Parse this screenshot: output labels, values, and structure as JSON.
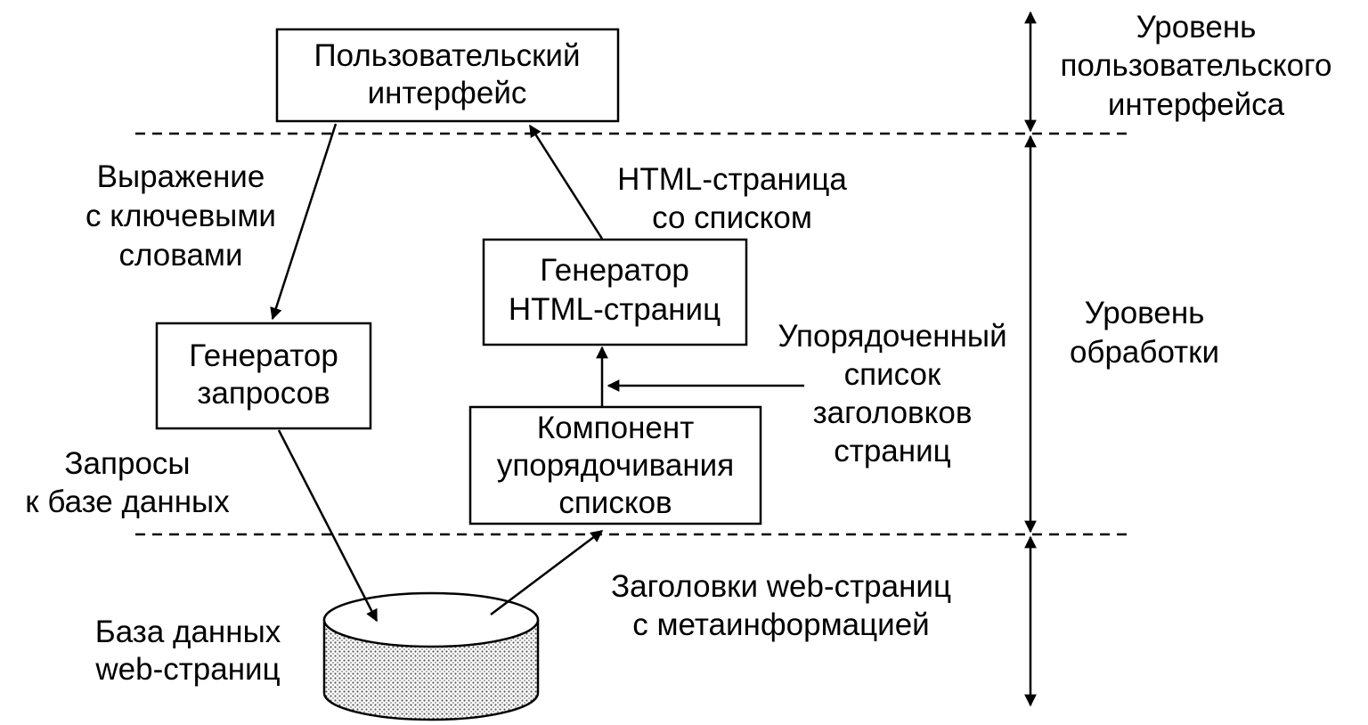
{
  "nodes": {
    "ui": {
      "line1": "Пользовательский",
      "line2": "интерфейс"
    },
    "query_gen": {
      "line1": "Генератор",
      "line2": "запросов"
    },
    "html_gen": {
      "line1": "Генератор",
      "line2": "HTML-страниц"
    },
    "ordering": {
      "line1": "Компонент",
      "line2": "упорядочивания",
      "line3": "списков"
    },
    "database": {
      "line1": "База данных",
      "line2": "web-страниц"
    }
  },
  "edges": {
    "keywords": {
      "line1": "Выражение",
      "line2": "с ключевыми",
      "line3": "словами"
    },
    "html_page": {
      "line1": "HTML-страница",
      "line2": "со списком"
    },
    "queries": {
      "line1": "Запросы",
      "line2": "к базе данных"
    },
    "ordered_list": {
      "line1": "Упорядоченный",
      "line2": "список",
      "line3": "заголовков",
      "line4": "страниц"
    },
    "headers": {
      "line1": "Заголовки web-страниц",
      "line2": "с метаинформацией"
    }
  },
  "levels": {
    "ui_level": {
      "line1": "Уровень",
      "line2": "пользовательского",
      "line3": "интерфейса"
    },
    "processing_level": {
      "line1": "Уровень",
      "line2": "обработки"
    }
  }
}
